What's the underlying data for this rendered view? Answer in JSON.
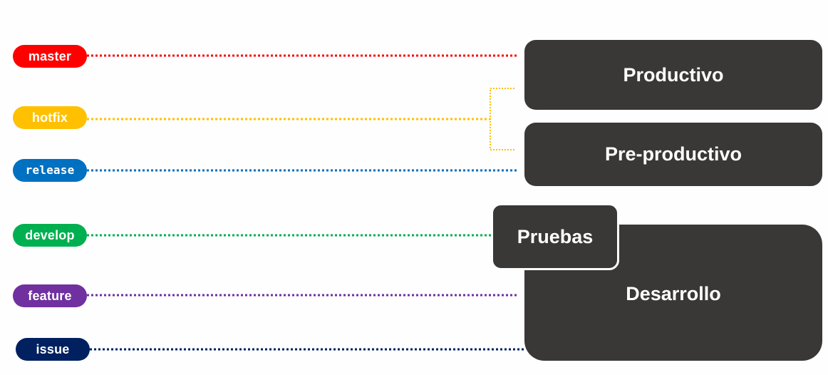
{
  "branches": [
    {
      "id": "master",
      "label": "master",
      "color": "#ff0000"
    },
    {
      "id": "hotfix",
      "label": "hotfix",
      "color": "#ffc000"
    },
    {
      "id": "release",
      "label": "release",
      "color": "#0070c0"
    },
    {
      "id": "develop",
      "label": "develop",
      "color": "#00b050"
    },
    {
      "id": "feature",
      "label": "feature",
      "color": "#7030a0"
    },
    {
      "id": "issue",
      "label": "issue",
      "color": "#002060"
    }
  ],
  "environments": {
    "productivo": "Productivo",
    "preproductivo": "Pre-productivo",
    "pruebas": "Pruebas",
    "desarrollo": "Desarrollo"
  },
  "environment_color": "#3a3837"
}
